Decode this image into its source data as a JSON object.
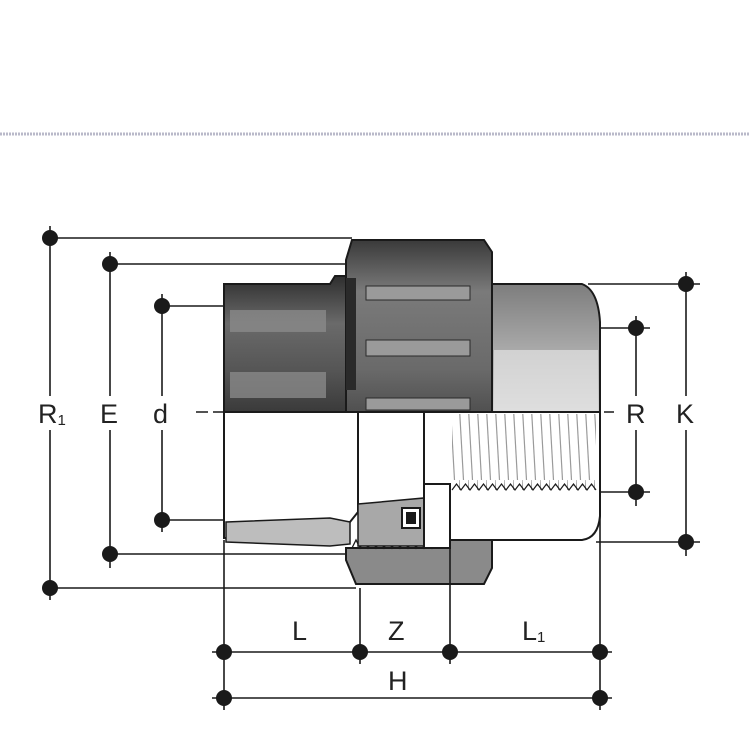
{
  "labels": {
    "R1": "R",
    "R1_sub": "1",
    "E": "E",
    "d": "d",
    "R": "R",
    "K": "K",
    "L": "L",
    "Z": "Z",
    "L1": "L",
    "L1_sub": "1",
    "H": "H"
  },
  "colors": {
    "line": "#1a1a1a",
    "dark_body": "#4b4b4b",
    "mid_body": "#8a8a8a",
    "light_body": "#cfcfcf",
    "section_fill": "#ffffff",
    "hatch": "#9a9a9a"
  }
}
